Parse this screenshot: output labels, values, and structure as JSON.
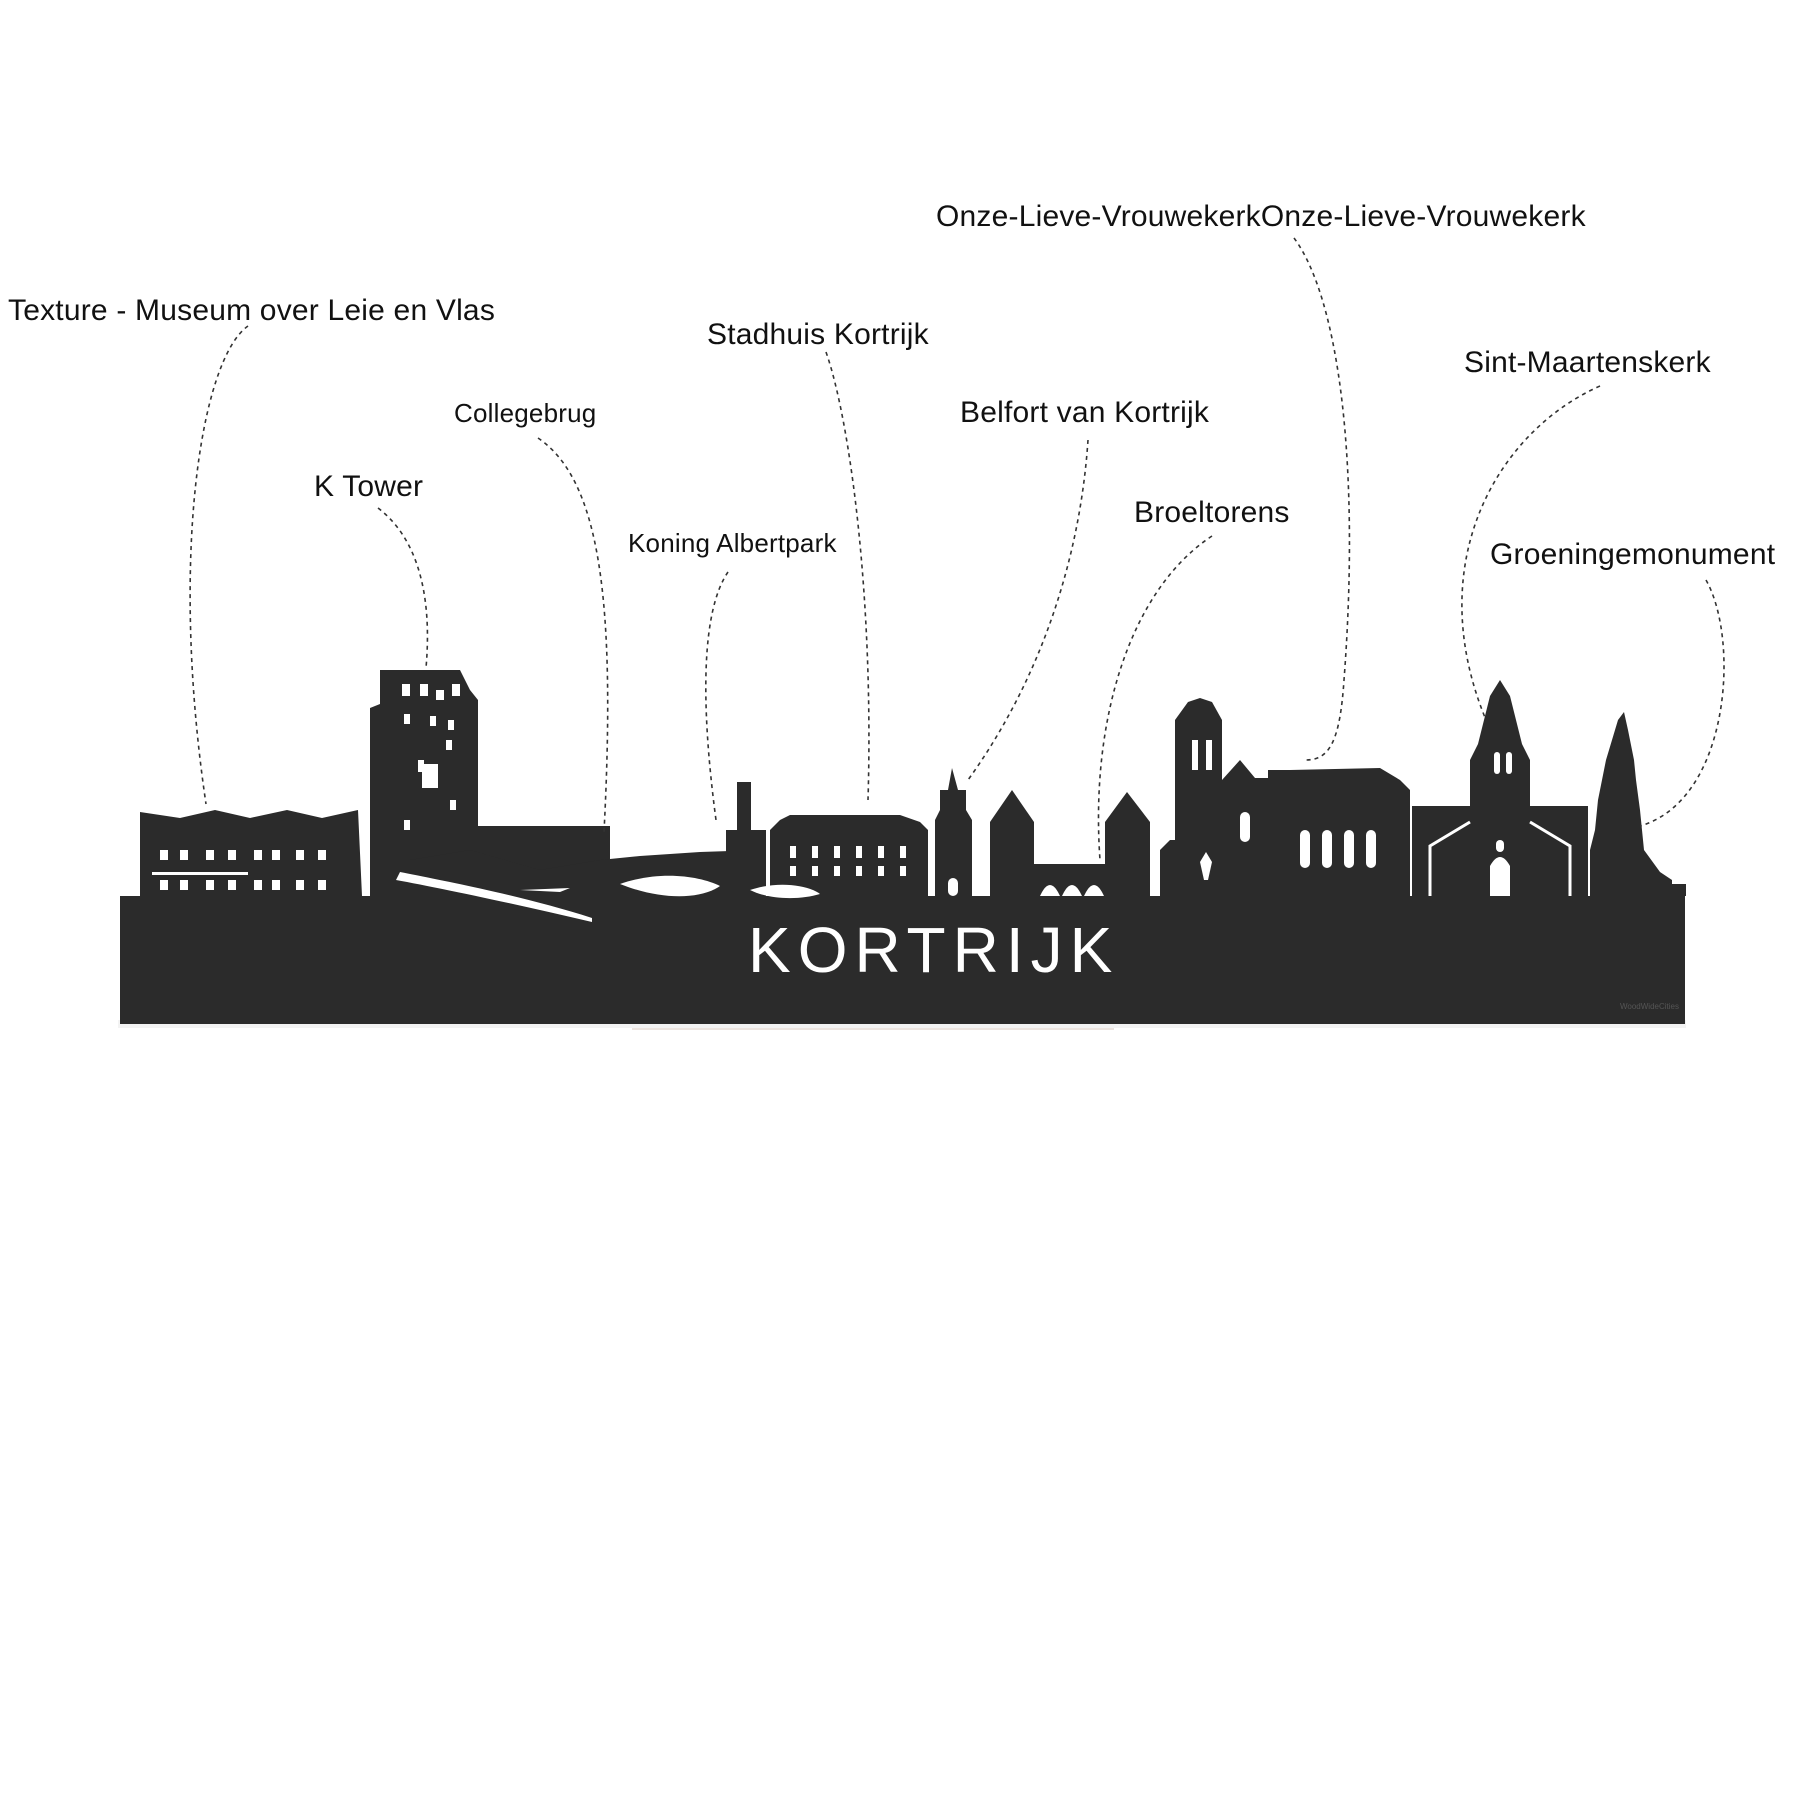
{
  "city_name": "KORTRIJK",
  "maker_mark": "WoodWideCities",
  "colors": {
    "silhouette": "#2b2b2b",
    "cutout": "#ffffff",
    "label_text": "#111111",
    "leader_line": "#333333"
  },
  "landmarks": {
    "texture": "Texture - Museum over Leie en Vlas",
    "k_tower": "K Tower",
    "collegebrug": "Collegebrug",
    "koning_albertpark": "Koning Albertpark",
    "stadhuis": "Stadhuis Kortrijk",
    "belfort": "Belfort van Kortrijk",
    "onze_lieve_vrouwekerk": "Onze-Lieve-VrouwekerkOnze-Lieve-Vrouwekerk",
    "broeltorens": "Broeltorens",
    "sint_maartenskerk": "Sint-Maartenskerk",
    "groeningemonument": "Groeningemonument"
  }
}
